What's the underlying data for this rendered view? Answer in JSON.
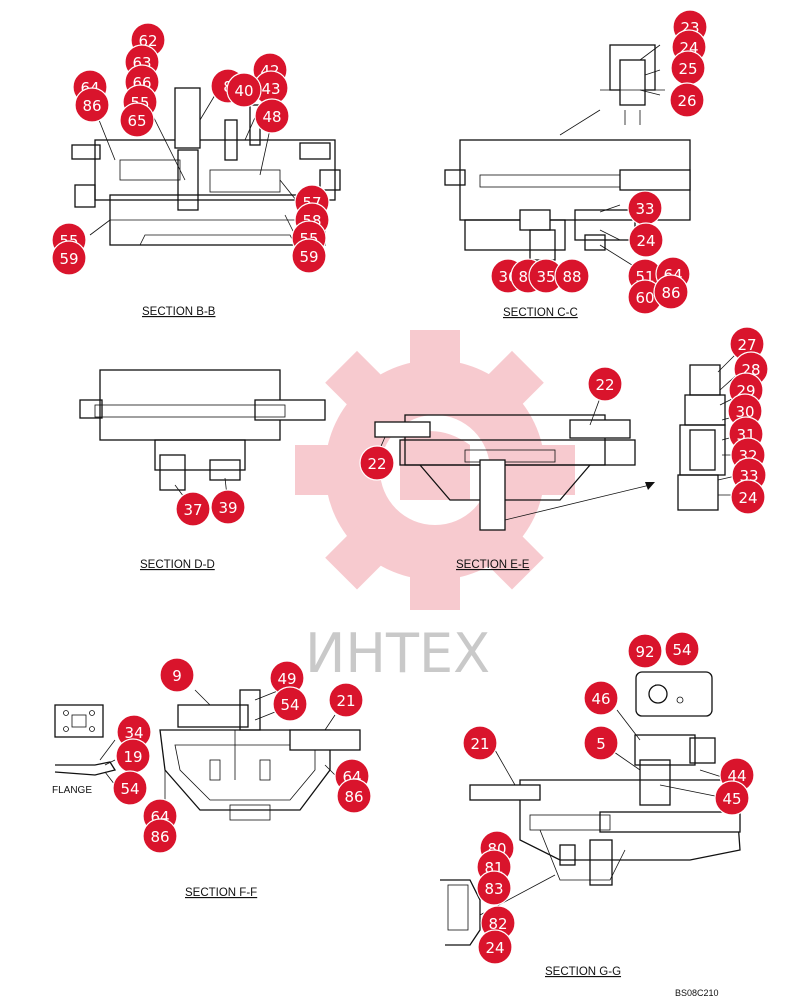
{
  "watermark": {
    "text": "ИНТЕХ",
    "color": "#f2a0a8"
  },
  "sections": [
    {
      "id": "B-B",
      "label": "SECTION  B-B"
    },
    {
      "id": "C-C",
      "label": "SECTION  C-C"
    },
    {
      "id": "D-D",
      "label": "SECTION  D-D"
    },
    {
      "id": "E-E",
      "label": "SECTION  E-E"
    },
    {
      "id": "F-F",
      "label": "SECTION  F-F"
    },
    {
      "id": "G-G",
      "label": "SECTION  G-G"
    }
  ],
  "flange_label": "FLANGE",
  "drawing_code": "BS08C210",
  "callout_color": "#d9142c",
  "callouts": [
    "62",
    "63",
    "66",
    "64",
    "86",
    "55",
    "65",
    "8",
    "42",
    "43",
    "40",
    "48",
    "57",
    "58",
    "55",
    "59",
    "55",
    "59",
    "23",
    "24",
    "25",
    "26",
    "33",
    "24",
    "36",
    "89",
    "35",
    "88",
    "51",
    "64",
    "60",
    "86",
    "37",
    "39",
    "22",
    "22",
    "27",
    "28",
    "29",
    "30",
    "31",
    "32",
    "33",
    "24",
    "9",
    "49",
    "54",
    "21",
    "34",
    "19",
    "54",
    "64",
    "86",
    "64",
    "86",
    "92",
    "54",
    "46",
    "5",
    "44",
    "45",
    "21",
    "80",
    "81",
    "83",
    "82",
    "24"
  ]
}
